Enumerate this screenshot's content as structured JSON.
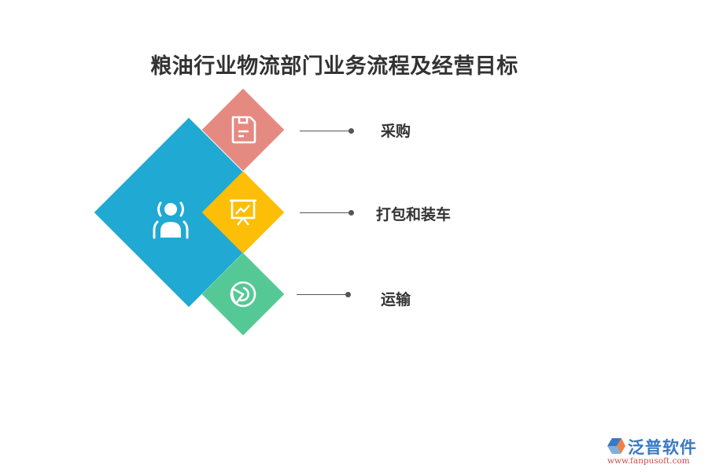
{
  "title": "粮油行业物流部门业务流程及经营目标",
  "colors": {
    "center": "#1fa9d3",
    "step1": "#e58a81",
    "step2": "#fdbe07",
    "step3": "#55c995",
    "connector": "#555555",
    "text": "#333333"
  },
  "center": {
    "icon": "person-broadcast-icon"
  },
  "steps": [
    {
      "label": "采购",
      "icon": "floppy-disk-icon"
    },
    {
      "label": "打包和装车",
      "icon": "presentation-chart-icon"
    },
    {
      "label": "运输",
      "icon": "pie-chart-icon"
    }
  ],
  "watermark": {
    "name": "泛普软件",
    "url": "www.fanpusoft.com"
  }
}
